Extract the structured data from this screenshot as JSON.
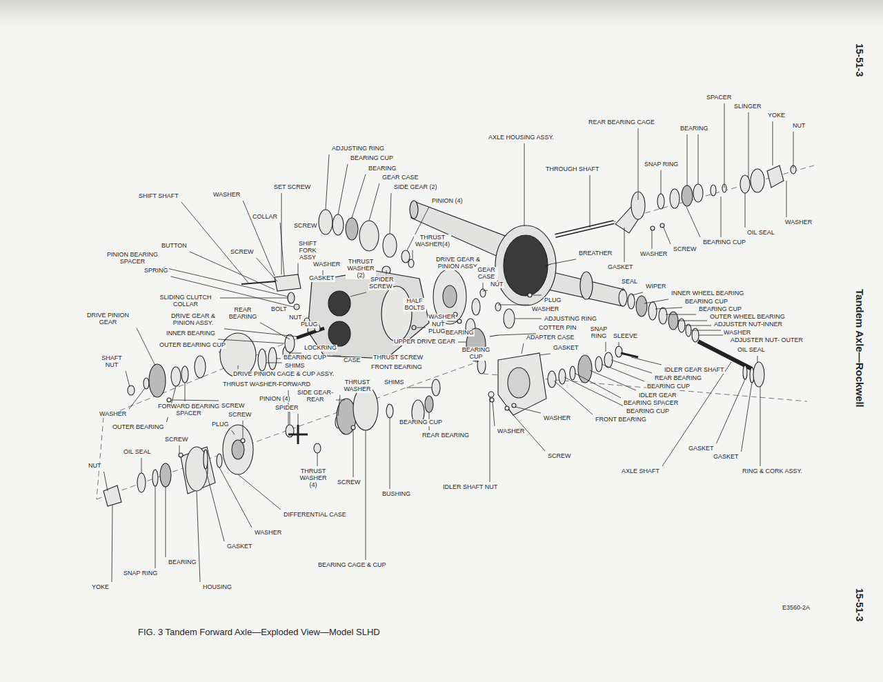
{
  "diagram": {
    "caption": "FIG. 3 Tandem Forward Axle—Exploded View—Model SLHD",
    "labels": [
      "SPACER",
      "SLINGER",
      "YOKE",
      "NUT",
      "REAR BEARING CAGE",
      "BEARING",
      "AXLE HOUSING ASSY.",
      "SNAP RING",
      "THROUGH SHAFT",
      "WASHER",
      "OIL SEAL",
      "BEARING CUP",
      "BREATHER",
      "WASHER",
      "SCREW",
      "GASKET",
      "SEAL",
      "WIPER",
      "INNER WHEEL BEARING",
      "BEARING CUP",
      "BEARING CUP",
      "OUTER WHEEL BEARING",
      "ADJUSTER NUT-INNER",
      "WASHER",
      "ADJUSTER NUT- OUTER",
      "OIL SEAL",
      "SNAP RING",
      "SLEEVE",
      "IDLER GEAR SHAFT",
      "REAR BEARING",
      "BEARING CUP",
      "IDLER GEAR",
      "BEARING SPACER",
      "BEARING CUP",
      "FRONT BEARING",
      "GASKET",
      "WASHER",
      "WASHER",
      "SCREW",
      "GASKET",
      "GASKET",
      "AXLE SHAFT",
      "RING & CORK ASSY.",
      "IDLER SHAFT NUT",
      "ADJUSTING RING",
      "BEARING CUP",
      "BEARING",
      "GEAR CASE",
      "SIDE GEAR (2)",
      "PINION (4)",
      "SET SCREW",
      "SHIFT SHAFT",
      "WASHER",
      "COLLAR",
      "SCREW",
      "THRUST WASHER(4)",
      "SHIFT FORK ASSY",
      "SCREW",
      "BUTTON",
      "PINION BEARING SPACER",
      "SPRING",
      "WASHER",
      "THRUST WASHER (2)",
      "DRIVE GEAR & PINION ASSY.",
      "SPIDER",
      "GASKET",
      "GEAR CASE",
      "SCREW",
      "NUT",
      "SLIDING CLUTCH COLLAR",
      "REAR BEARING",
      "BOLT",
      "HALF BOLTS",
      "PLUG",
      "WASHER",
      "DRIVE PINION GEAR",
      "DRIVE GEAR & PINION ASSY.",
      "NUT",
      "PLUG",
      "WASHER",
      "NUT",
      "ADJUSTING RING",
      "COTTER PIN",
      "ADAPTER CASE",
      "INNER BEARING",
      "PLUG",
      "BEARING",
      "UPPER DRIVE GEAR",
      "OUTER BEARING CUP",
      "LOCKRING",
      "BEARING CUP",
      "CASE",
      "THRUST SCREW",
      "BEARING CUP",
      "SHIMS",
      "SHAFT NUT",
      "FRONT BEARING",
      "DRIVE PINION CAGE & CUP ASSY.",
      "THRUST WASHER-FORWARD",
      "THRUST WASHER",
      "SHIMS",
      "SIDE GEAR-REAR",
      "PINION (4)",
      "SPIDER",
      "FORWARD BEARING SPACER",
      "SCREW",
      "SCREW",
      "WASHER",
      "OUTER BEARING",
      "PLUG",
      "BEARING CUP",
      "REAR BEARING",
      "SCREW",
      "OIL SEAL",
      "NUT",
      "THRUST WASHER (4)",
      "SCREW",
      "BUSHING",
      "DIFFERENTIAL CASE",
      "WASHER",
      "GASKET",
      "BEARING",
      "SNAP RING",
      "YOKE",
      "HOUSING",
      "BEARING CAGE & CUP",
      "E3560-2A",
      "15-51-3",
      "Tandem Axle—Rockwell",
      "15-51-3"
    ]
  }
}
